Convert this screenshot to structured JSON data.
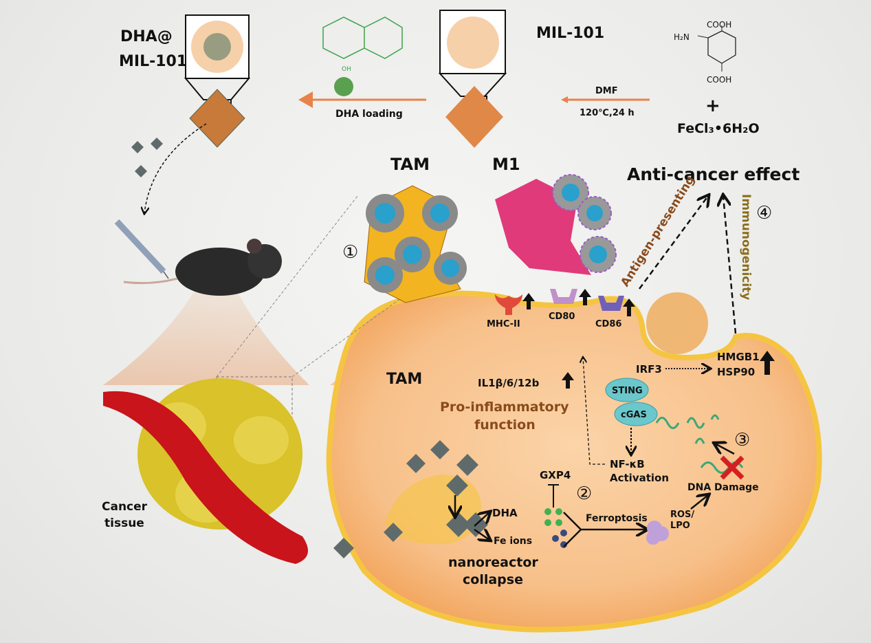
{
  "synthesis": {
    "dha_mil_title_1": "DHA@",
    "dha_mil_title_2": "MIL-101",
    "mil_title": "MIL-101",
    "dha_loading": "DHA loading",
    "solvent": "DMF",
    "conditions": "120℃,24 h",
    "linker_amine": "H₂N",
    "linker_cooh_top": "COOH",
    "linker_cooh_bottom": "COOH",
    "dha_oh": "OH",
    "plus": "+",
    "iron_salt": "FeCl₃•6H₂O"
  },
  "cells": {
    "tam_top": "TAM",
    "m1": "M1",
    "step1": "①",
    "anti_cancer": "Anti-cancer effect",
    "antigen_presenting": "Antigen-presenting",
    "immunogenicity": "Immunogenicity",
    "step4": "④"
  },
  "membrane": {
    "mhc": "MHC-II",
    "cd80": "CD80",
    "cd86": "CD86"
  },
  "tam_cell": {
    "title": "TAM",
    "cytokines": "IL1β/6/12b",
    "pro_inflam_1": "Pro-inflammatory",
    "pro_inflam_2": "function",
    "irf3": "IRF3",
    "hmgb1": "HMGB1",
    "hsp90": "HSP90",
    "sting": "STING",
    "cgas": "cGAS",
    "nfkb_1": "NF-κB",
    "nfkb_2": "Activation",
    "step3": "③",
    "dna_damage": "DNA Damage",
    "gxp4": "GXP4",
    "step2": "②",
    "dha": "DHA",
    "fe_ions": "Fe ions",
    "ferroptosis": "Ferroptosis",
    "ros_1": "ROS/",
    "ros_2": "LPO",
    "collapse_1": "nanoreactor",
    "collapse_2": "collapse"
  },
  "tissue": {
    "label_1": "Cancer",
    "label_2": "tissue"
  },
  "colors": {
    "cell_fill": "#f8c792",
    "membrane": "#f5c542",
    "arrow_orange": "#e8824a",
    "vessel": "#c8141a",
    "tumor": "#d9c22a",
    "nanoparticle": "#5f6b6b",
    "brown_text": "#8a4a1c"
  },
  "icons": [
    "mouse",
    "syringe",
    "octahedron-nanoparticle",
    "macrophage",
    "dna-helix",
    "receptor",
    "up-arrow"
  ]
}
